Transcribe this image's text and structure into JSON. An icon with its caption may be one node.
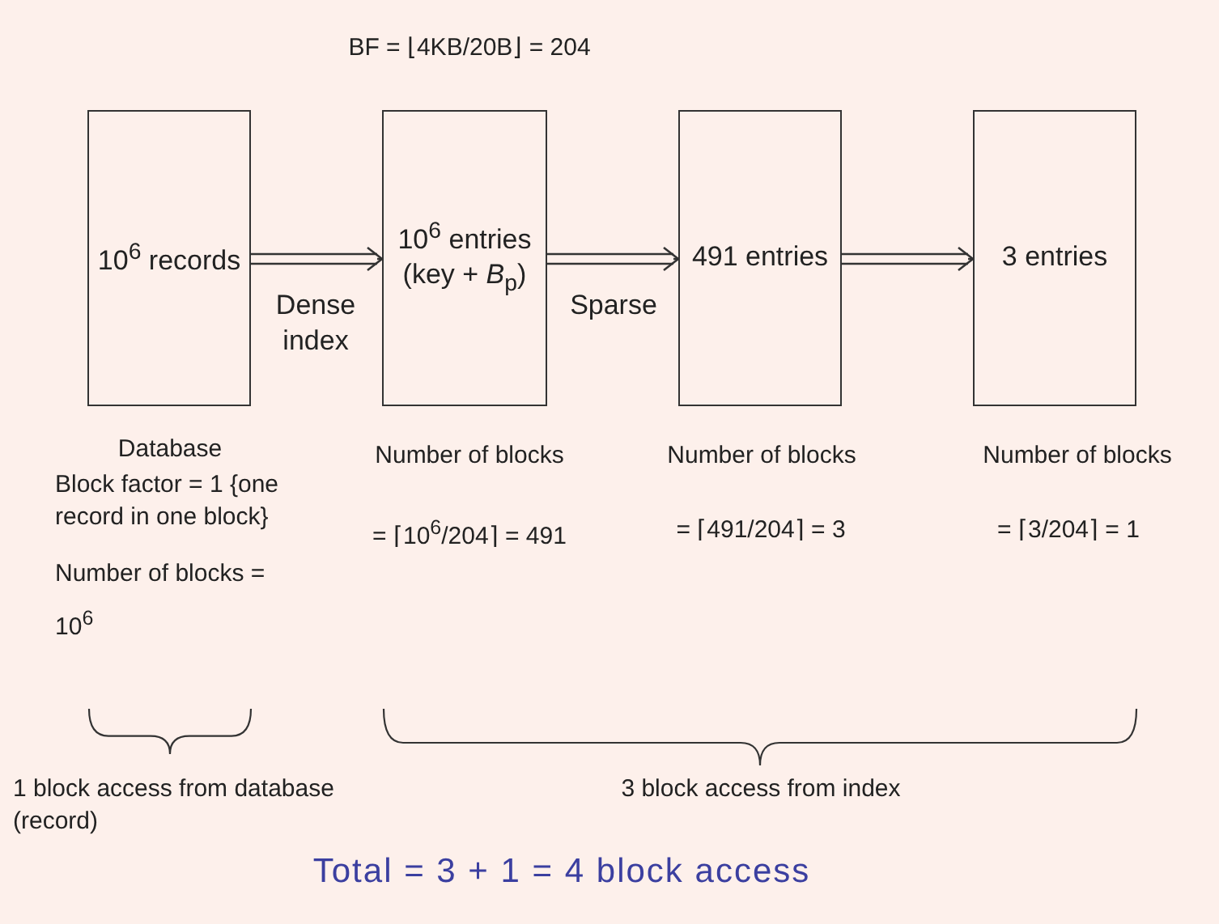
{
  "diagram": {
    "caption": "Total = 3 + 1 = 4 block access",
    "nodes": [
      {
        "text": [
          "10$^{6}$ records"
        ],
        "beside": [
          "Database",
          "Block factor = 1 {one record in one block}",
          "Number of blocks = 10$^{6}$"
        ]
      },
      {
        "text": [
          "10$^{6}$ entries (key + *B*$_{p}$)"
        ],
        "beside": [
          "Number of blocks",
          "= ⌈10$^{6}$/204⌉ = 491"
        ]
      },
      {
        "text": [
          "491 entries"
        ],
        "beside": [
          "Number of blocks",
          "= ⌈491/204⌉ = 3"
        ]
      },
      {
        "text": [
          "3 entries"
        ],
        "beside": [
          "Number of blocks",
          "= ⌈3/204⌉ = 1"
        ]
      }
    ],
    "edges": [
      {
        "from": 0,
        "to": 1,
        "arrow": "to",
        "label": "Dense index"
      },
      {
        "from": 1,
        "to": 2,
        "arrow": "to",
        "label": "Sparse"
      },
      {
        "from": 2,
        "to": 3,
        "arrow": "to"
      }
    ],
    "labels": [
      "BF = ⌊4KB/20B⌋ = 204",
      "1 block access from database (record)",
      "3 block access from index"
    ]
  }
}
